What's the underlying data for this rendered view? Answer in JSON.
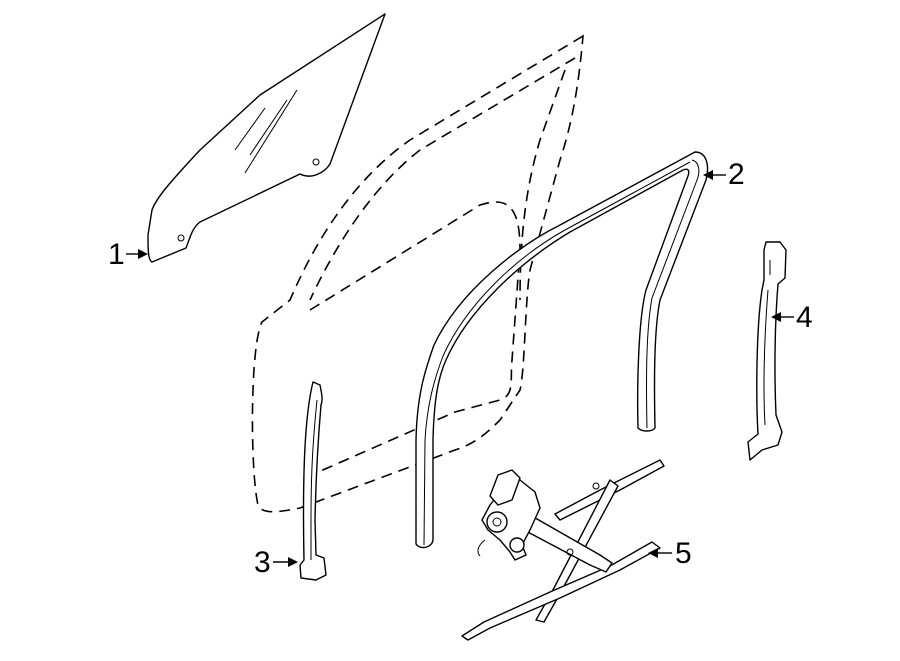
{
  "diagram": {
    "callouts": [
      {
        "id": "part-1",
        "label": "1"
      },
      {
        "id": "part-2",
        "label": "2"
      },
      {
        "id": "part-3",
        "label": "3"
      },
      {
        "id": "part-4",
        "label": "4"
      },
      {
        "id": "part-5",
        "label": "5"
      }
    ]
  }
}
